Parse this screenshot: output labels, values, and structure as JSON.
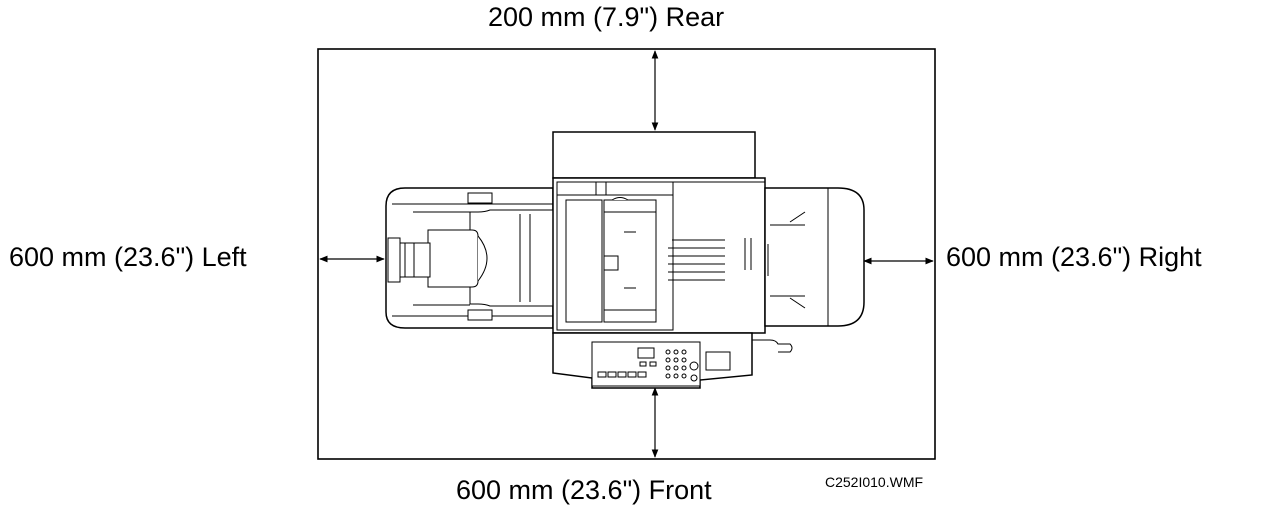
{
  "clearances": {
    "rear": "200 mm (7.9\") Rear",
    "front": "600 mm (23.6\") Front",
    "left": "600 mm (23.6\") Left",
    "right": "600 mm (23.6\") Right"
  },
  "figure_id": "C252I010.WMF"
}
